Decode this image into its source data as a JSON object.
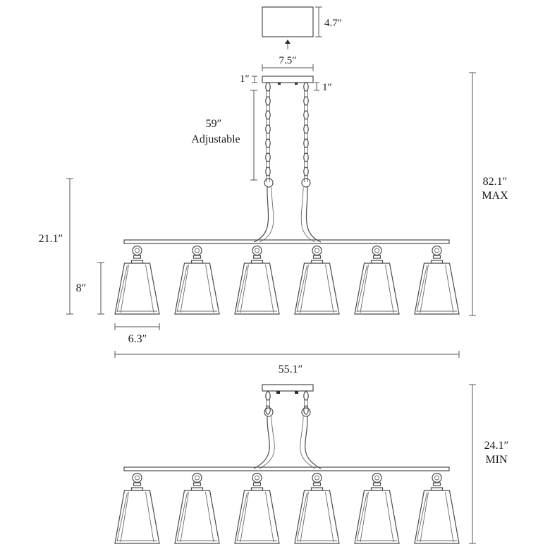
{
  "labels": {
    "canopy_height": "4.7″",
    "canopy_width": "7.5″",
    "canopy_thickness_left": "1″",
    "canopy_thickness_right": "1″",
    "chain_length": "59″",
    "chain_note": "Adjustable",
    "max_height": "82.1″",
    "max_label": "MAX",
    "fixture_height": "21.1″",
    "shade_height": "8″",
    "shade_width": "6.3″",
    "overall_width": "55.1″",
    "min_height": "24.1″",
    "min_label": "MIN"
  },
  "fixture": {
    "shade_count": 6
  }
}
